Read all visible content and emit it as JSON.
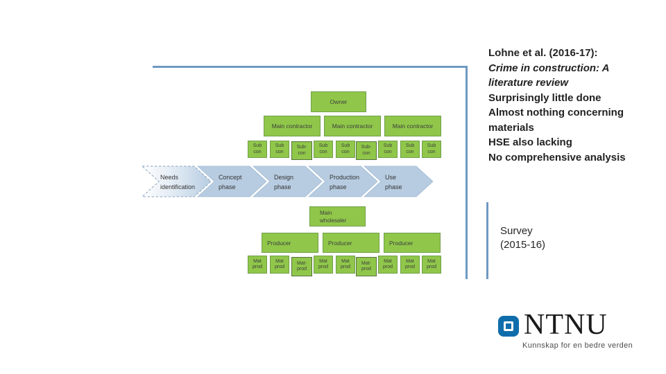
{
  "note_block": {
    "citation": "Lohne et al. (2016-17):",
    "work_title": "Crime in construction: A literature review",
    "findings": [
      "Surprisingly little done",
      "Almost nothing concerning materials",
      "HSE also lacking",
      "No comprehensive analysis"
    ]
  },
  "survey_note": {
    "title": "Survey",
    "years": "(2015-16)"
  },
  "diagram": {
    "owner_label": "Owner",
    "contractors": [
      "Main contractor",
      "Main contractor",
      "Main contractor"
    ],
    "subcontractors": [
      {
        "line1": "Sub",
        "line2": "con"
      },
      {
        "line1": "Sub",
        "line2": "con"
      },
      {
        "line1": "Sub-",
        "line2": "con"
      },
      {
        "line1": "Sub",
        "line2": "con"
      },
      {
        "line1": "Sub",
        "line2": "con"
      },
      {
        "line1": "Sub-",
        "line2": "con"
      },
      {
        "line1": "Sub",
        "line2": "con"
      },
      {
        "line1": "Sub",
        "line2": "con"
      },
      {
        "line1": "Sub",
        "line2": "con"
      }
    ],
    "phases": [
      {
        "line1": "Needs",
        "line2": "identification"
      },
      {
        "line1": "Concept",
        "line2": "phase"
      },
      {
        "line1": "Design",
        "line2": "phase"
      },
      {
        "line1": "Production",
        "line2": "phase"
      },
      {
        "line1": "Use",
        "line2": "phase"
      }
    ],
    "wholesaler": {
      "line1": "Main",
      "line2": "wholesaler"
    },
    "producers": [
      "Producer",
      "Producer",
      "Producer"
    ],
    "material_producers": [
      {
        "line1": "Mat",
        "line2": "prod"
      },
      {
        "line1": "Mat",
        "line2": "prod"
      },
      {
        "line1": "Mat-",
        "line2": "prod"
      },
      {
        "line1": "Mat",
        "line2": "prod"
      },
      {
        "line1": "Mat",
        "line2": "prod"
      },
      {
        "line1": "Mat-",
        "line2": "prod"
      },
      {
        "line1": "Mat",
        "line2": "prod"
      },
      {
        "line1": "Mat",
        "line2": "prod"
      },
      {
        "line1": "Mat",
        "line2": "prod"
      }
    ]
  },
  "logo": {
    "brand": "NTNU",
    "tagline": "Kunnskap for en bedre verden"
  },
  "colors": {
    "rule_blue": "#6f99c2",
    "chevron_fill": "#b7cce1",
    "box_fill": "#90c74a",
    "box_border": "#6f9e49",
    "box_border_dark": "#55713f",
    "logo_blue": "#0f6dab"
  }
}
